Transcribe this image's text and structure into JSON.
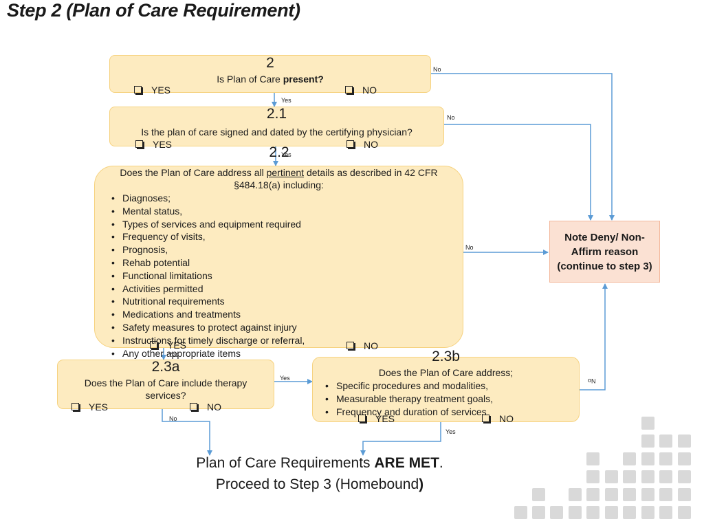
{
  "title": "Step 2 (Plan of Care Requirement)",
  "boxes": {
    "b2": {
      "num": "2",
      "question_pre": "Is Plan of Care ",
      "question_bold": "present?",
      "yes": "YES",
      "no": "NO"
    },
    "b21": {
      "num": "2.1",
      "question": "Is the plan of care signed and dated by the certifying physician?",
      "yes": "YES",
      "no": "NO"
    },
    "b22": {
      "num": "2.2",
      "question_pre": "Does the Plan of Care address all ",
      "question_under": "pertinent",
      "question_post": " details as described in 42 CFR",
      "question_line2": "§484.18(a) including:",
      "items": [
        "Diagnoses;",
        "Mental status,",
        "Types of services and equipment required",
        "Frequency of visits,",
        "Prognosis,",
        "Rehab potential",
        "Functional limitations",
        "Activities permitted",
        "Nutritional requirements",
        "Medications and treatments",
        "Safety measures to protect against injury",
        "Instructions for timely discharge or referral,",
        "Any other appropriate items"
      ],
      "yes": "YES",
      "no": "NO"
    },
    "b23a": {
      "num": "2.3a",
      "question_line1": "Does the Plan of Care include therapy",
      "question_line2": "services?",
      "yes": "YES",
      "no": "NO"
    },
    "b23b": {
      "num": "2.3b",
      "question": "Does the Plan of Care address;",
      "items": [
        "Specific procedures and modalities,",
        "Measurable therapy treatment goals,",
        "Frequency and duration of services"
      ],
      "yes": "YES",
      "no": "NO"
    }
  },
  "note": {
    "line1": "Note Deny/ Non-",
    "line2": "Affirm reason",
    "line3": "(continue to step 3)"
  },
  "final": {
    "line1_pre": "Plan of Care Requirements ",
    "line1_bold": "ARE MET",
    "line1_post": ".",
    "line2_pre": "Proceed to Step 3 (Homebound",
    "line2_bold": ")"
  },
  "edge_labels": {
    "yes": "Yes",
    "no": "No"
  },
  "colors": {
    "box_fill": "#fdebc0",
    "box_border": "#f6d27f",
    "note_fill": "#fbe1d3",
    "arrow": "#5b9bd5",
    "deco": "#d9d9d9"
  },
  "icons": {
    "checkbox": "checkbox-icon"
  }
}
